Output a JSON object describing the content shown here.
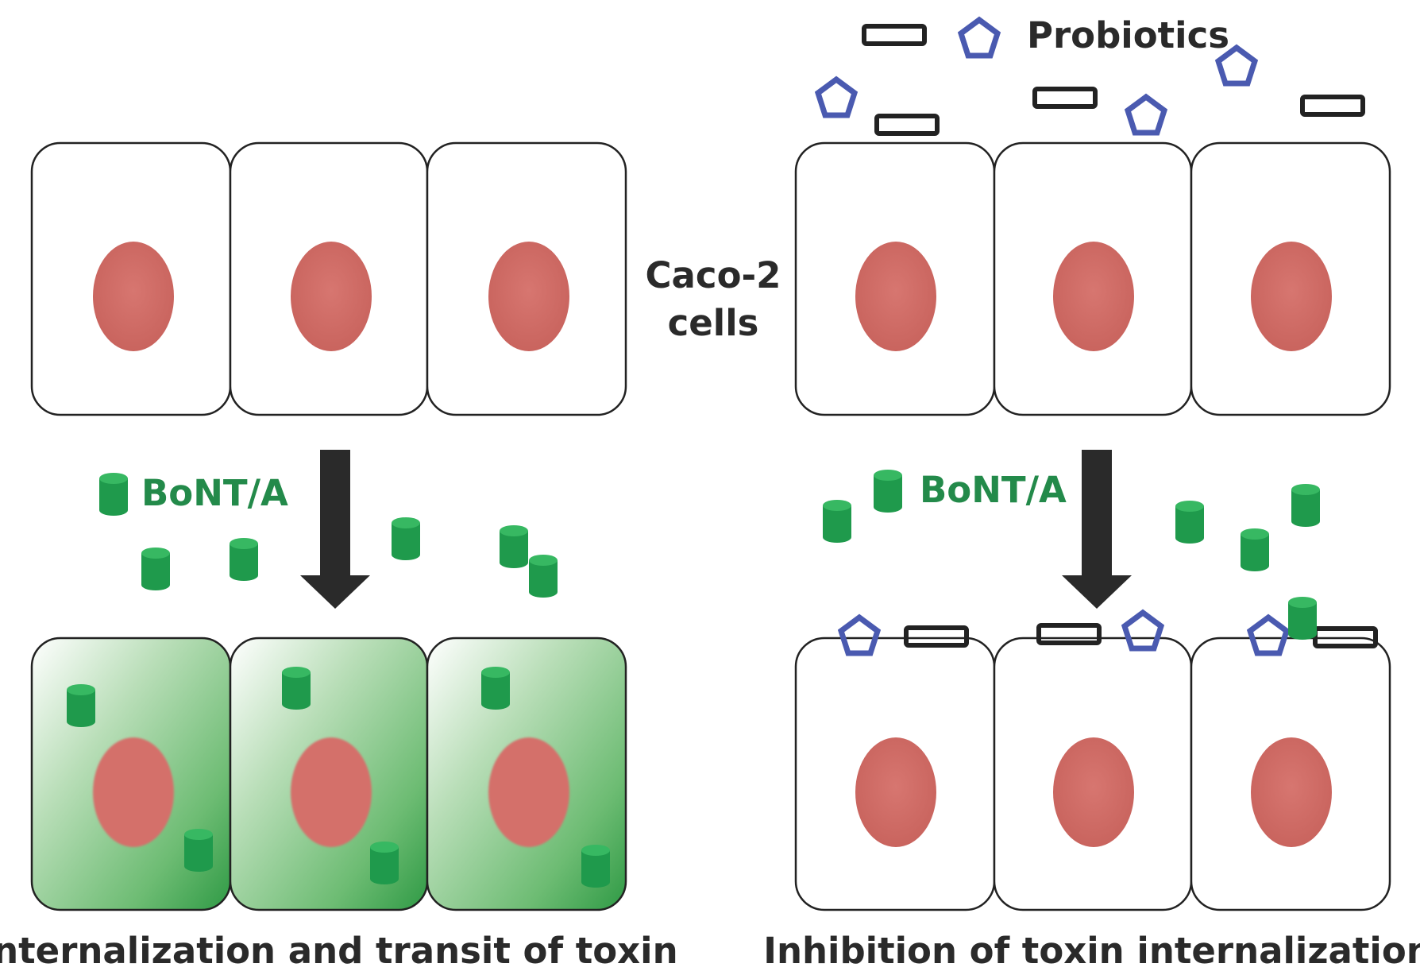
{
  "labels": {
    "probiotics": "Probiotics",
    "caco_line1": "Caco-2",
    "caco_line2": "cells",
    "bont_left": "BoNT/A",
    "bont_right": "BoNT/A",
    "caption_left": "Internalization and transit of toxin",
    "caption_right": "Inhibition of toxin internalization"
  },
  "colors": {
    "nucleus": "#d4706a",
    "toxin": "#1f9a4c",
    "toxin_top": "#37b862",
    "probiotic_pentagon": "#4a5ab0",
    "probiotic_rod": "#222222",
    "arrow": "#2a2a2a",
    "label_dark": "#2a2a2a",
    "label_green": "#238a4a",
    "cell_border": "#222222",
    "internalized_fill": "#2f9a45"
  },
  "icons": {
    "toxin": "cylinder-icon",
    "probiotic_a": "pentagon-icon",
    "probiotic_b": "rounded-rectangle-icon",
    "arrow": "down-arrow-icon"
  }
}
